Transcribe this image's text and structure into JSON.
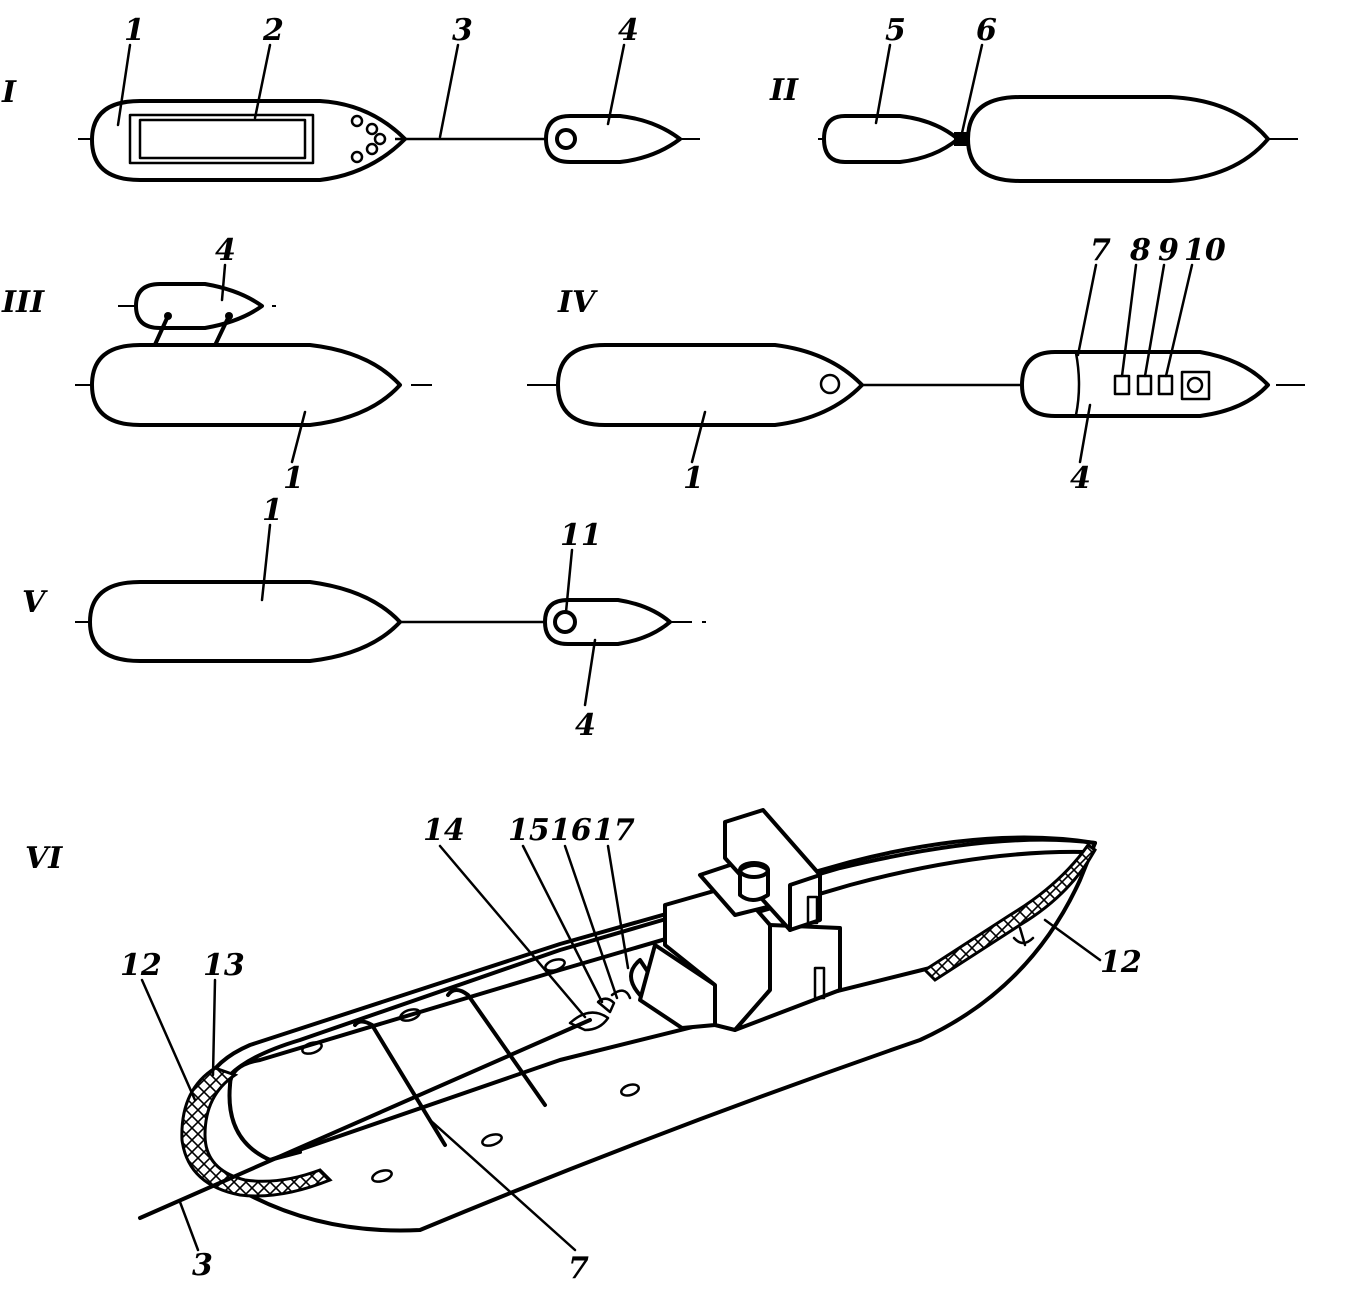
{
  "views": {
    "I": "I",
    "II": "II",
    "III": "III",
    "IV": "IV",
    "V": "V",
    "VI": "VI"
  },
  "labels": {
    "v1": [
      "1",
      "2",
      "3",
      "4"
    ],
    "v2": [
      "5",
      "6"
    ],
    "v3": [
      "4",
      "1"
    ],
    "v4": [
      "7",
      "8",
      "9",
      "10",
      "1",
      "4"
    ],
    "v5": [
      "1",
      "11",
      "4"
    ],
    "v6": [
      "14",
      "15",
      "16",
      "17",
      "12",
      "13",
      "12",
      "3",
      "7"
    ]
  }
}
